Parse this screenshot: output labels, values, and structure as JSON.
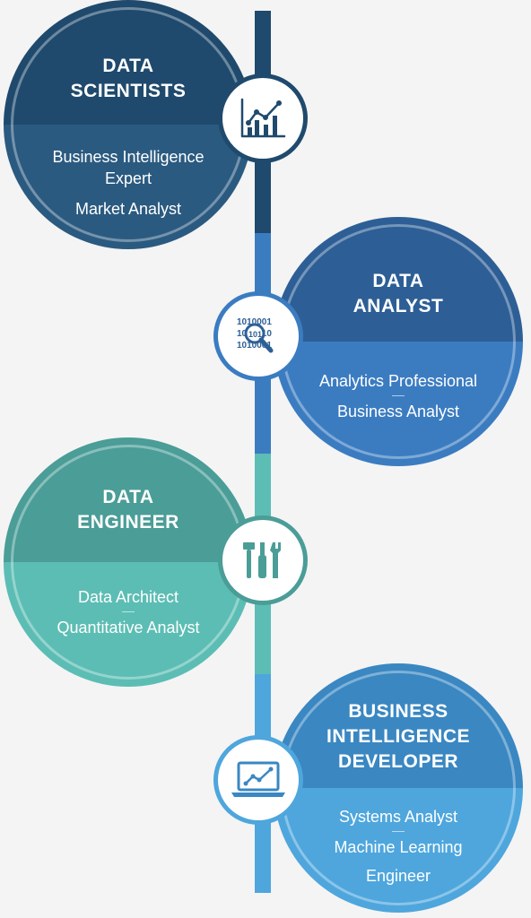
{
  "colors": {
    "scientists_dark": "#1f4a6d",
    "scientists_light": "#2b5a80",
    "analyst_dark": "#2d5f96",
    "analyst_light": "#3b7cc1",
    "engineer_dark": "#4b9d97",
    "engineer_light": "#5cbdb4",
    "bi_dark": "#3a87c2",
    "bi_light": "#4ea6dd"
  },
  "cards": {
    "scientists": {
      "title_line1": "DATA",
      "title_line2": "SCIENTISTS",
      "role1": "Business Intelligence",
      "role1b": "Expert",
      "role2": "Market Analyst",
      "icon": "bar-chart-icon"
    },
    "analyst": {
      "title_line1": "DATA",
      "title_line2": "ANALYST",
      "role1": "Analytics Professional",
      "role2": "Business Analyst",
      "icon": "binary-search-icon"
    },
    "engineer": {
      "title_line1": "DATA",
      "title_line2": "ENGINEER",
      "role1": "Data Architect",
      "role2": "Quantitative Analyst",
      "icon": "tools-icon"
    },
    "bi": {
      "title_line1": "BUSINESS",
      "title_line2": "INTELLIGENCE",
      "title_line3": "DEVELOPER",
      "role1": "Systems Analyst",
      "role2": "Machine Learning",
      "role2b": "Engineer",
      "icon": "laptop-chart-icon"
    }
  }
}
